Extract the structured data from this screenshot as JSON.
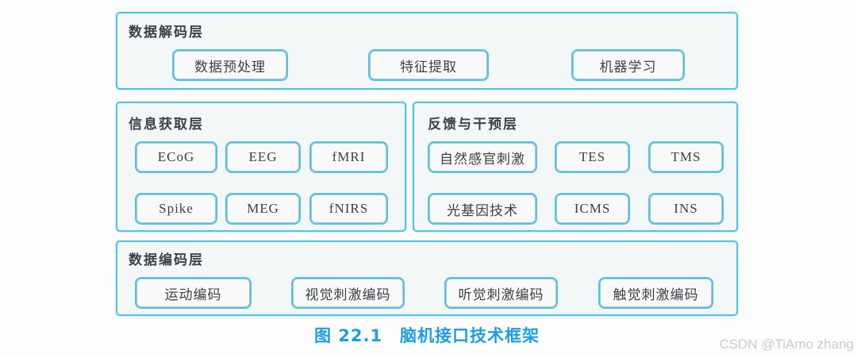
{
  "figure": {
    "caption": "图 22.1　脑机接口技术框架",
    "watermark": "CSDN @TiAmo zhang"
  },
  "colors": {
    "border": "#4ac6e5",
    "box_fill": "#f4f7f7",
    "text": "#3d4144",
    "caption": "#1f9dde",
    "watermark": "#c9cbcb"
  },
  "layers": {
    "decoding": {
      "title": "数据解码层",
      "items": [
        "数据预处理",
        "特征提取",
        "机器学习"
      ]
    },
    "acquisition": {
      "title": "信息获取层",
      "row1": [
        "ECoG",
        "EEG",
        "fMRI"
      ],
      "row2": [
        "Spike",
        "MEG",
        "fNIRS"
      ]
    },
    "feedback": {
      "title": "反馈与干预层",
      "row1": [
        "自然感官刺激",
        "TES",
        "TMS"
      ],
      "row2": [
        "光基因技术",
        "ICMS",
        "INS"
      ]
    },
    "encoding": {
      "title": "数据编码层",
      "items": [
        "运动编码",
        "视觉刺激编码",
        "听觉刺激编码",
        "触觉刺激编码"
      ]
    }
  }
}
